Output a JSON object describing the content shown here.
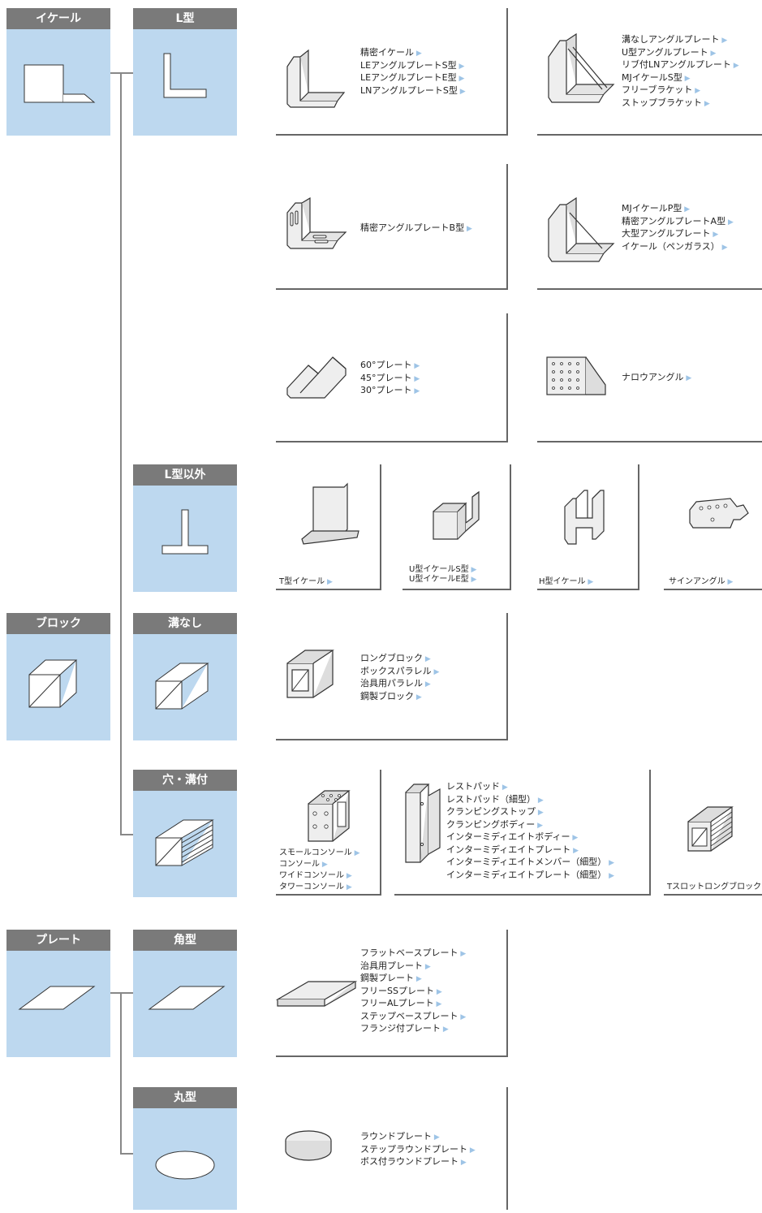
{
  "colors": {
    "header_bg": "#7a7a7a",
    "box_bg": "#bdd8ef",
    "arrow": "#9ec4e6",
    "panel_border": "#666666"
  },
  "categories": {
    "ikeru": "イケール",
    "l_type": "L型",
    "l_other": "L型以外",
    "block": "ブロック",
    "mizo_nashi": "溝なし",
    "ana_mizo": "穴・溝付",
    "plate": "プレート",
    "kaku": "角型",
    "maru": "丸型"
  },
  "groups": {
    "g1": [
      "精密イケール",
      "LEアングルプレートS型",
      "LEアングルプレートE型",
      "LNアングルプレートS型"
    ],
    "g2": [
      "溝なしアングルプレート",
      "U型アングルプレート",
      "リブ付LNアングルプレート",
      "MJイケールS型",
      "フリーブラケット",
      "ストップブラケット"
    ],
    "g3": [
      "精密アングルプレートB型"
    ],
    "g4": [
      "MJイケールP型",
      "精密アングルプレートA型",
      "大型アングルプレート",
      "イケール（ペンガラス）"
    ],
    "g5": [
      "60°プレート",
      "45°プレート",
      "30°プレート"
    ],
    "g6": [
      "ナロウアングル"
    ],
    "g7": [
      "T型イケール"
    ],
    "g8": [
      "U型イケールS型",
      "U型イケールE型"
    ],
    "g9": [
      "H型イケール"
    ],
    "g10": [
      "サインアングル"
    ],
    "g11": [
      "ロングブロック",
      "ボックスパラレル",
      "治具用パラレル",
      "鋼製ブロック"
    ],
    "g12": [
      "スモールコンソール",
      "コンソール",
      "ワイドコンソール",
      "タワーコンソール"
    ],
    "g13": [
      "レストパッド",
      "レストパッド（細型）",
      "クランピングストップ",
      "クランピングボディー",
      "インターミディエイトボディー",
      "インターミディエイトプレート",
      "インターミディエイトメンバー（細型）",
      "インターミディエイトプレート（細型）"
    ],
    "g14": [
      "Tスロットロングブロック"
    ],
    "g15": [
      "フラットベースプレート",
      "治具用プレート",
      "鋼製プレート",
      "フリーSSプレート",
      "フリーALプレート",
      "ステップベースプレート",
      "フランジ付プレート"
    ],
    "g16": [
      "ラウンドプレート",
      "ステップラウンドプレート",
      "ボス付ラウンドプレート"
    ]
  }
}
